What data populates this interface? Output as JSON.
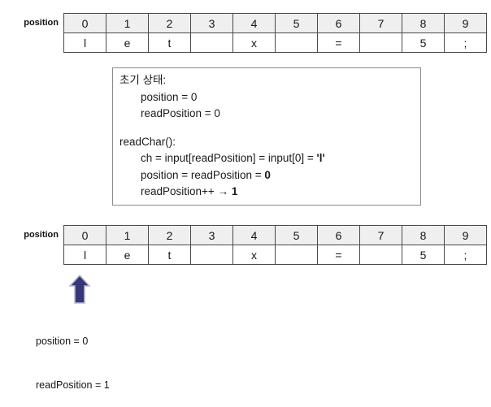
{
  "tables": [
    {
      "label": "position",
      "headers": [
        "0",
        "1",
        "2",
        "3",
        "4",
        "5",
        "6",
        "7",
        "8",
        "9"
      ],
      "values": [
        "l",
        "e",
        "t",
        "",
        "x",
        "",
        "=",
        "",
        "5",
        ";"
      ]
    },
    {
      "label": "position",
      "headers": [
        "0",
        "1",
        "2",
        "3",
        "4",
        "5",
        "6",
        "7",
        "8",
        "9"
      ],
      "values": [
        "l",
        "e",
        "t",
        "",
        "x",
        "",
        "=",
        "",
        "5",
        ";"
      ]
    }
  ],
  "note": {
    "title": "초기 상태:",
    "init_lines": [
      "position = 0",
      "readPosition = 0"
    ],
    "func_title": "readChar():",
    "func_lines": [
      {
        "text": "ch = input[readPosition] = input[0] = ",
        "bold": "'l'"
      },
      {
        "text": "position = readPosition = ",
        "bold": "0"
      },
      {
        "text": "readPosition++ → ",
        "bold": "1"
      }
    ]
  },
  "pointer": {
    "icon": "up-arrow-icon",
    "color": "#36377a",
    "outline_color": "#b9b9d0",
    "points_to_column": "0"
  },
  "caption": {
    "lines": [
      "position = 0",
      "readPosition = 1"
    ]
  }
}
